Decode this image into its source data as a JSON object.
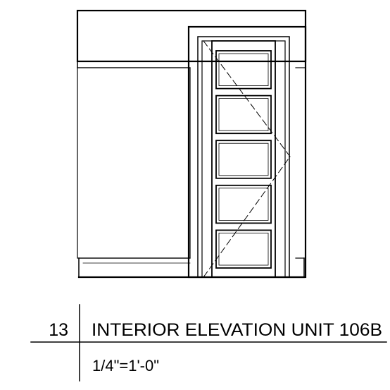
{
  "title_block": {
    "number": "13",
    "title": "INTERIOR ELEVATION UNIT 106B",
    "scale": "1/4\"=1'-0\""
  },
  "drawing": {
    "subject": "interior elevation",
    "door_panel_count": 5,
    "line_color": "#000000",
    "background": "#ffffff"
  }
}
